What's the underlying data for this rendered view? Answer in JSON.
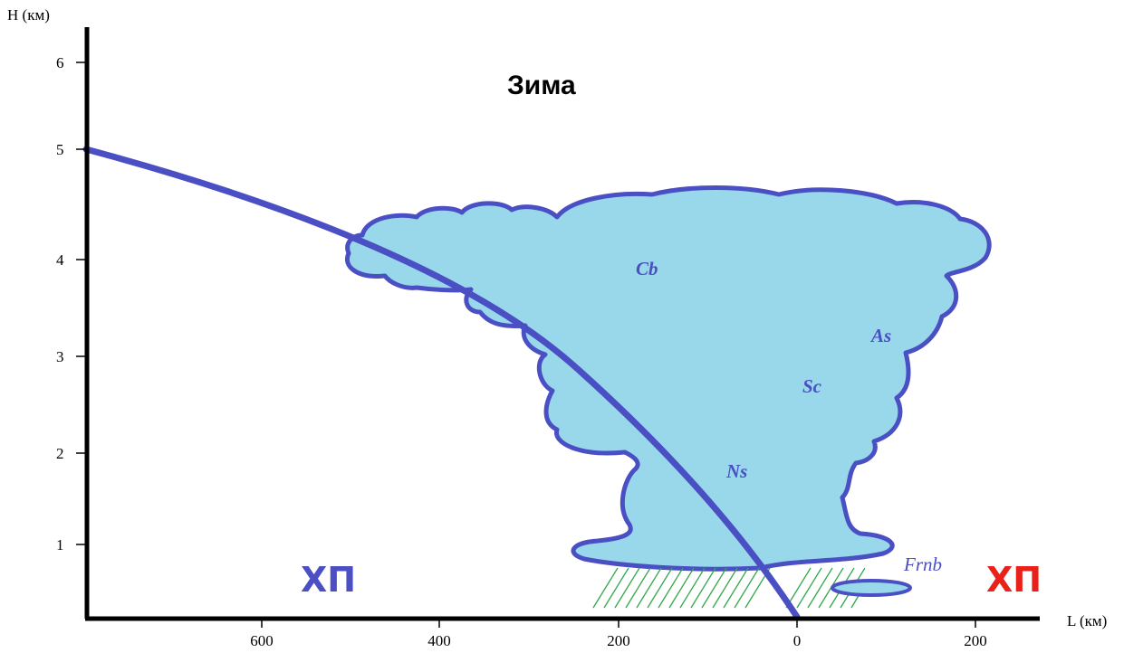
{
  "title": "Зима",
  "axes": {
    "y_label": "H (км)",
    "x_label": "L (км)",
    "y_ticks": [
      "1",
      "2",
      "3",
      "4",
      "5",
      "6"
    ],
    "x_ticks": [
      "600",
      "400",
      "200",
      "0",
      "200"
    ]
  },
  "clouds": {
    "cb": "Cb",
    "as": "As",
    "sc": "Sc",
    "ns": "Ns",
    "frnb": "Frnb"
  },
  "fronts": {
    "left": {
      "label": "ХП",
      "color": "#4a4fc4"
    },
    "right": {
      "label": "ХП",
      "color": "#e8211a"
    }
  },
  "colors": {
    "cloud_fill": "#98d8ea",
    "front_line": "#4a4fc4",
    "precipitation": "#2fa84a",
    "axis": "#000000"
  }
}
